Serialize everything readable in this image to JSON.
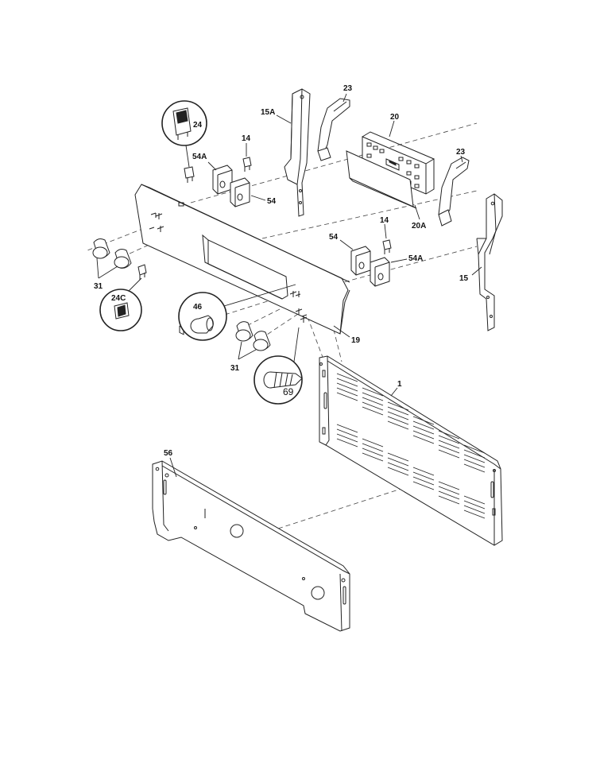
{
  "parts": {
    "p1": "1",
    "p14a": "14",
    "p14b": "14",
    "p15": "15",
    "p15a": "15A",
    "p19": "19",
    "p20": "20",
    "p20a": "20A",
    "p23a": "23",
    "p23b": "23",
    "p24": "24",
    "p24c": "24C",
    "p31a": "31",
    "p31b": "31",
    "p46": "46",
    "p54a_top": "54A",
    "p54_top": "54",
    "p54_right": "54",
    "p54a_right": "54A",
    "p56": "56",
    "p69": "69"
  }
}
